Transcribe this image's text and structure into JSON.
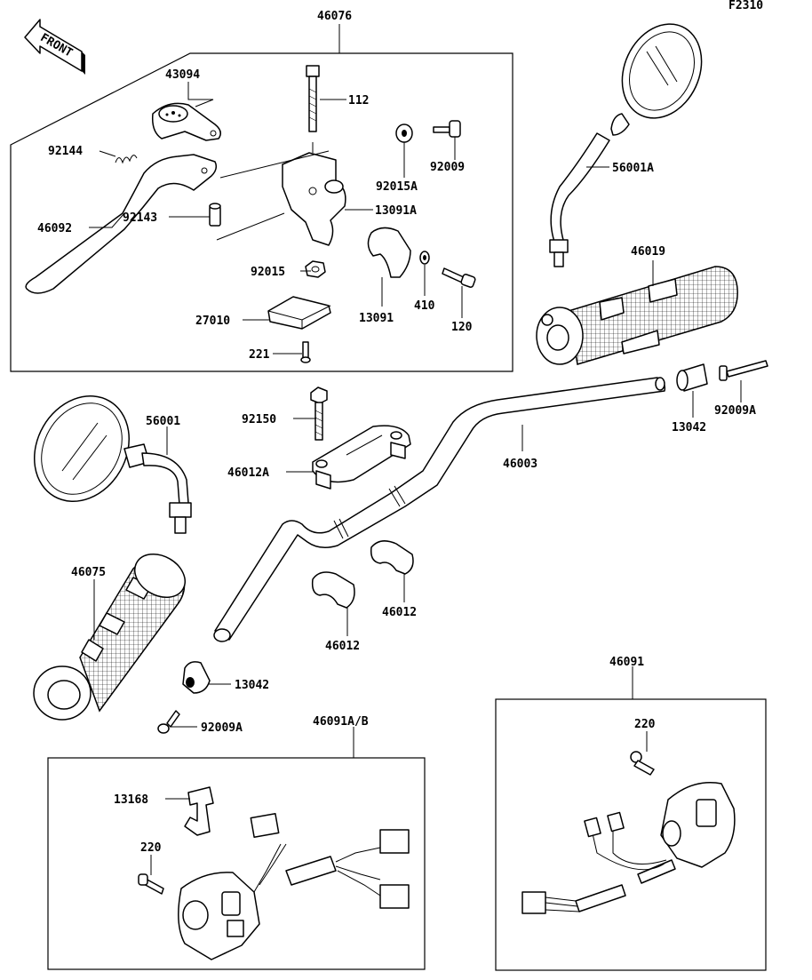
{
  "figure_code": "F2310",
  "front_arrow": "FRONT",
  "parts": {
    "p46076": "46076",
    "p43094": "43094",
    "p92144": "92144",
    "p46092": "46092",
    "p92143": "92143",
    "p112": "112",
    "p92015A": "92015A",
    "p92009": "92009",
    "p13091A": "13091A",
    "p92015": "92015",
    "p13091": "13091",
    "p410": "410",
    "p120": "120",
    "p27010": "27010",
    "p221": "221",
    "p56001A": "56001A",
    "p46019": "46019",
    "p13042_r": "13042",
    "p92009A_r": "92009A",
    "p56001": "56001",
    "p92150": "92150",
    "p46012A": "46012A",
    "p46003": "46003",
    "p46075": "46075",
    "p46012_a": "46012",
    "p46012_b": "46012",
    "p13042_l": "13042",
    "p92009A_l": "92009A",
    "p46091": "46091",
    "p46091AB": "46091A/B",
    "p220_r": "220",
    "p13168": "13168",
    "p220_l": "220"
  }
}
